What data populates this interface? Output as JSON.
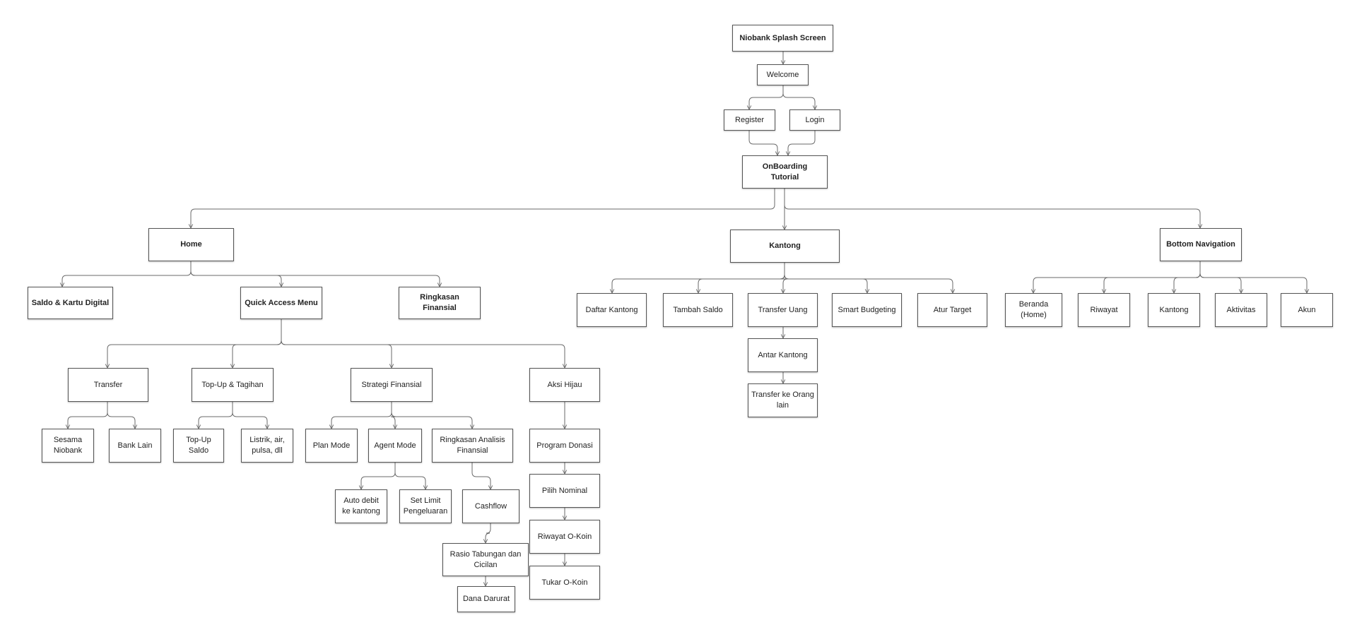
{
  "nodes": {
    "splash": "Niobank Splash Screen",
    "welcome": "Welcome",
    "register": "Register",
    "login": "Login",
    "onboarding": "OnBoarding\nTutorial",
    "home": "Home",
    "saldo": "Saldo & Kartu Digital",
    "qam": "Quick Access Menu",
    "ringkasan": "Ringkasan Finansial",
    "transfer": "Transfer",
    "topup_tagihan": "Top-Up & Tagihan",
    "strategi": "Strategi Finansial",
    "aksi_hijau": "Aksi Hijau",
    "sesama": "Sesama\nNiobank",
    "bank_lain": "Bank Lain",
    "topup_saldo": "Top-Up\nSaldo",
    "listrik": "Listrik, air,\npulsa, dll",
    "plan_mode": "Plan Mode",
    "agent_mode": "Agent Mode",
    "ringkasan_analisis": "Ringkasan Analisis\nFinansial",
    "auto_debit": "Auto debit\nke kantong",
    "set_limit": "Set Limit\nPengeluaran",
    "cashflow": "Cashflow",
    "rasio": "Rasio Tabungan dan\nCicilan",
    "dana_darurat": "Dana Darurat",
    "program_donasi": "Program Donasi",
    "pilih_nominal": "Pilih Nominal",
    "riwayat_okoin": "Riwayat O-Koin",
    "tukar_okoin": "Tukar O-Koin",
    "kantong": "Kantong",
    "daftar_kantong": "Daftar Kantong",
    "tambah_saldo": "Tambah Saldo",
    "transfer_uang": "Transfer Uang",
    "smart_budgeting": "Smart Budgeting",
    "atur_target": "Atur Target",
    "antar_kantong": "Antar Kantong",
    "transfer_orang": "Transfer ke Orang\nlain",
    "bottom_nav": "Bottom Navigation",
    "beranda": "Beranda\n(Home)",
    "riwayat": "Riwayat",
    "kantong_nav": "Kantong",
    "aktivitas": "Aktivitas",
    "akun": "Akun"
  }
}
